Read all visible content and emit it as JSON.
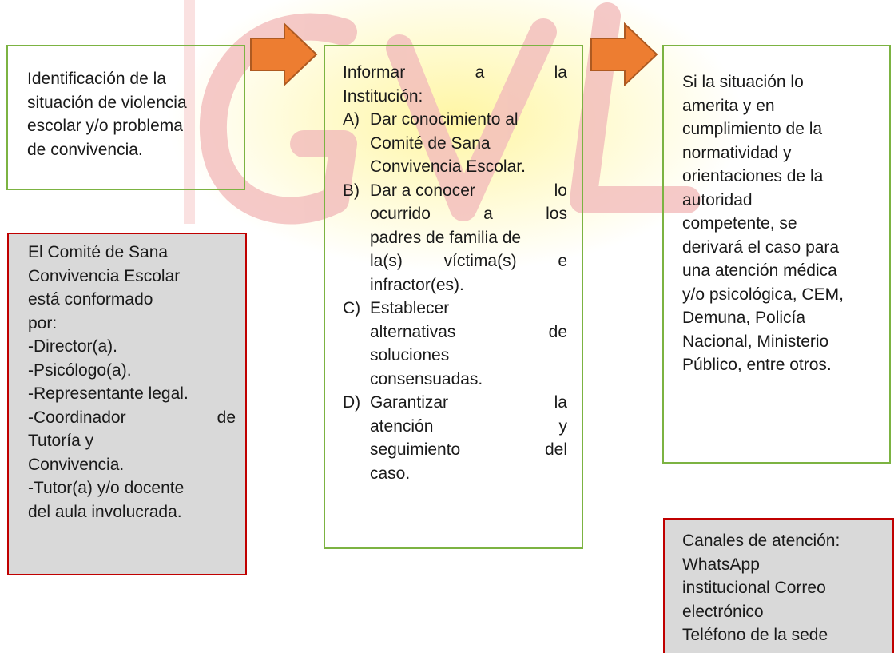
{
  "colors": {
    "green_border": "#7cb342",
    "red_border": "#c00000",
    "gray_fill": "#d9d9d9",
    "arrow_fill": "#ed7d31",
    "arrow_stroke": "#ae5a21",
    "watermark": "#f4c7c7",
    "watermark_yellow": "#fff3a0"
  },
  "watermark": {
    "text": "GVL"
  },
  "step1": {
    "lines": [
      "Identificación de la",
      "situación de violencia",
      "escolar y/o problema",
      "de convivencia."
    ]
  },
  "committee": {
    "lines": [
      "El Comité de Sana",
      "Convivencia Escolar",
      "está conformado",
      "por:",
      "-Director(a).",
      "-Psicólogo(a).",
      "-Representante legal."
    ],
    "coord_a": "-Coordinador",
    "coord_b": "de",
    "lines2": [
      "Tutoría y",
      "Convivencia.",
      "-Tutor(a) y/o docente",
      "del aula involucrada."
    ]
  },
  "step2": {
    "intro_a": "Informar",
    "intro_b": "a",
    "intro_c": "la",
    "intro_2": "Institución:",
    "a_label": "A)",
    "a_lines": [
      "Dar conocimiento al",
      "Comité de Sana",
      "Convivencia Escolar."
    ],
    "b_label": "B)",
    "b_l1a": "Dar a conocer",
    "b_l1b": "lo",
    "b_l2a": "ocurrido",
    "b_l2b": "a",
    "b_l2c": "los",
    "b_l3": "padres de familia de",
    "b_l4a": "la(s)",
    "b_l4b": "víctima(s)",
    "b_l4c": "e",
    "b_l5": "infractor(es).",
    "c_label": "C)",
    "c_l1": "Establecer",
    "c_l2a": "alternativas",
    "c_l2b": "de",
    "c_l3": "soluciones",
    "c_l4": "consensuadas.",
    "d_label": "D)",
    "d_l1a": "Garantizar",
    "d_l1b": "la",
    "d_l2a": "atención",
    "d_l2b": "y",
    "d_l3a": "seguimiento",
    "d_l3b": "del",
    "d_l4": "caso."
  },
  "step3": {
    "lines": [
      "Si la situación lo",
      "amerita y en",
      "cumplimiento de la",
      "normatividad y",
      "orientaciones de la",
      "autoridad",
      "competente, se",
      "derivará el caso para",
      "una atención médica",
      "y/o psicológica, CEM,",
      "Demuna, Policía",
      "Nacional, Ministerio",
      "Público, entre otros."
    ]
  },
  "channels": {
    "lines": [
      "Canales de atención:",
      "WhatsApp",
      "institucional Correo",
      "electrónico",
      "Teléfono de la sede"
    ]
  }
}
